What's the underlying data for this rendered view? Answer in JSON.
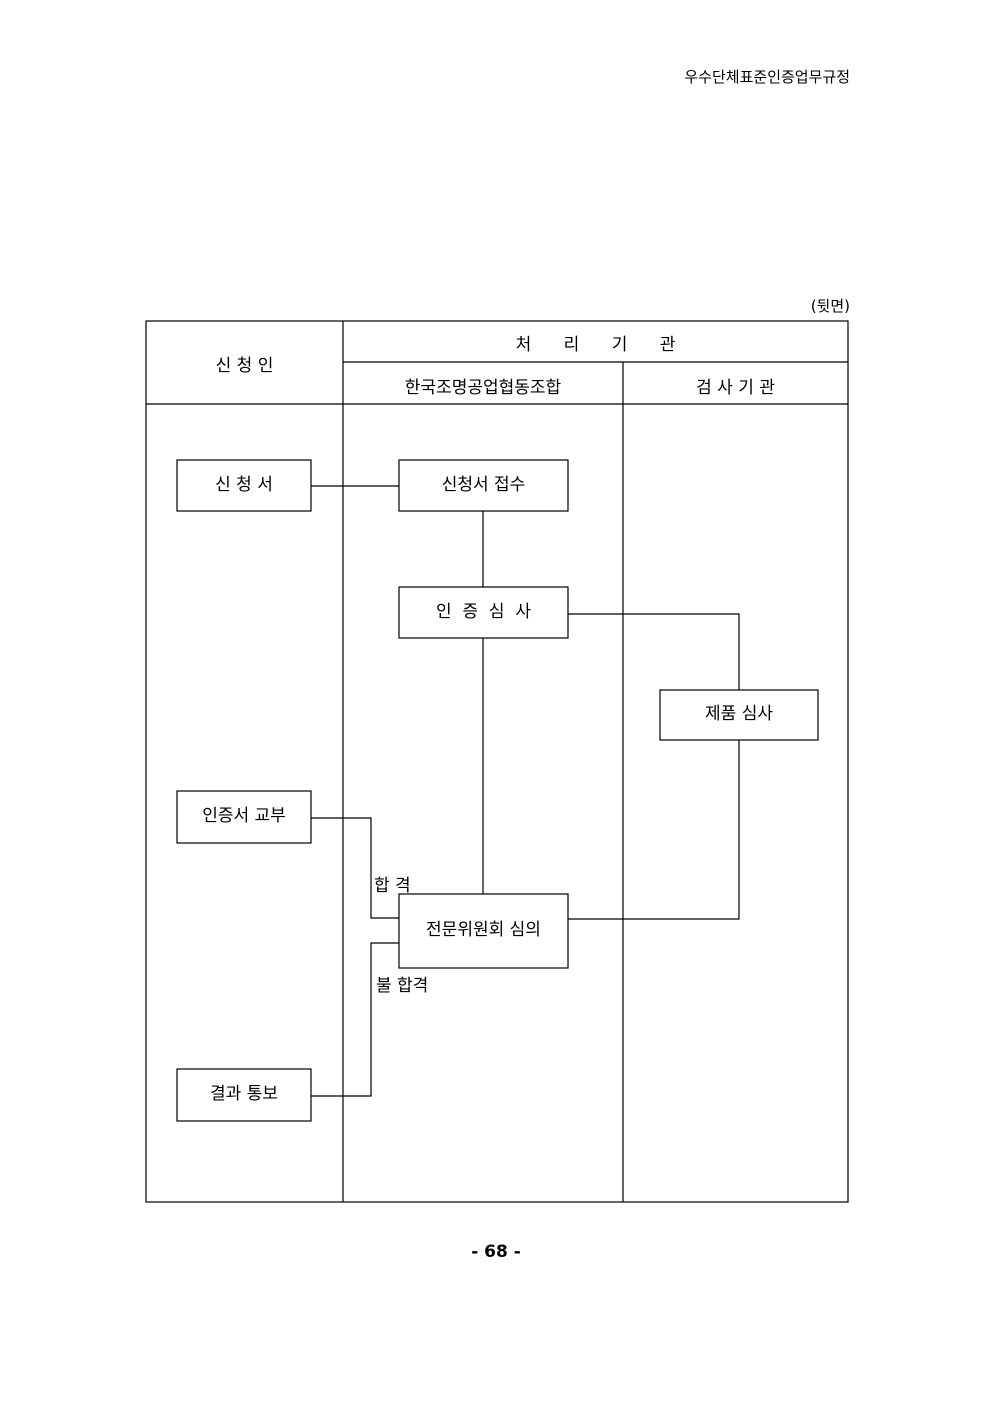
{
  "header": {
    "title": "우수단체표준인증업무규정"
  },
  "side_note": "(뒷면)",
  "table": {
    "applicant_header": "신  청  인",
    "processor_header": "처      리      기      관",
    "association_header": "한국조명공업협동조합",
    "inspection_header": "검 사 기 관"
  },
  "flow": {
    "application": "신 청 서",
    "application_receipt": "신청서 접수",
    "cert_review": "인  증  심  사",
    "product_review": "제품 심사",
    "certificate_issue": "인증서 교부",
    "committee_review": "전문위원회 심의",
    "result_notice": "결과 통보",
    "pass_label": "합 격",
    "fail_label": "불 합격"
  },
  "footer": {
    "page_number": "- 68 -"
  }
}
